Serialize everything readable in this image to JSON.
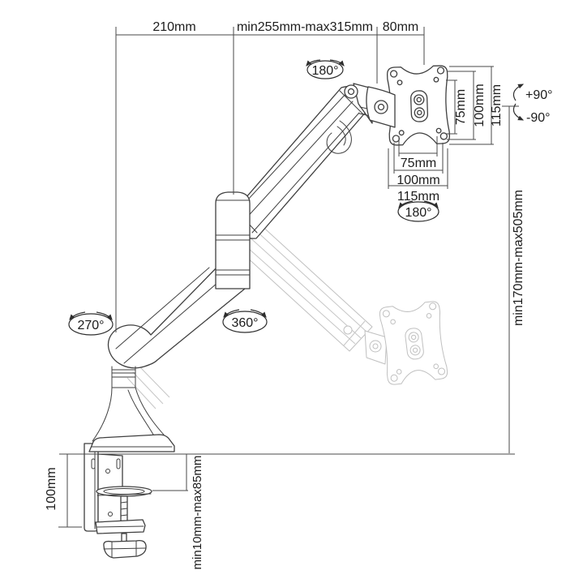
{
  "diagram": {
    "type": "monitor-arm-dimension-diagram",
    "background": "#ffffff",
    "colors": {
      "line": "#3f3f3f",
      "ghost": "#c0c0c0",
      "dimension": "#4a4a4a",
      "text": "#1c1c1c"
    },
    "labels": {
      "arm_reach": "210mm",
      "extension_range": "min255mm-max315mm",
      "head_offset": "80mm",
      "vesa_vertical_75": "75mm",
      "vesa_vertical_100": "100mm",
      "vesa_vertical_115": "115mm",
      "vesa_horizontal_75": "75mm",
      "vesa_horizontal_100": "100mm",
      "vesa_horizontal_115": "115mm",
      "height_range": "min170mm-max505mm",
      "clamp_drop": "100mm",
      "desk_thickness": "min10mm-max85mm",
      "swivel_top": "180°",
      "rotate_vesa": "180°",
      "swivel_base": "270°",
      "swivel_elbow": "360°",
      "tilt_up": "+90°",
      "tilt_down": "-90°"
    }
  }
}
